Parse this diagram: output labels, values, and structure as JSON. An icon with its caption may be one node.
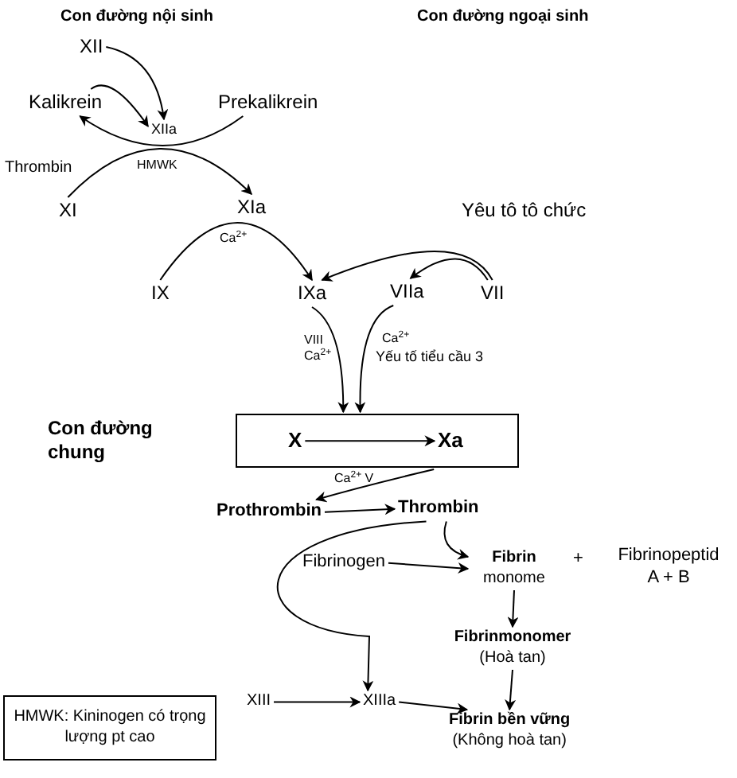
{
  "diagram": {
    "nodes": [
      {
        "text": [
          "XII"
        ]
      },
      {
        "text": [
          "Kalikrein"
        ]
      },
      {
        "text": [
          "Prekalikrein"
        ]
      },
      {
        "text": [
          "XIIa"
        ]
      },
      {
        "text": [
          "XI"
        ]
      },
      {
        "text": [
          "XIa"
        ]
      },
      {
        "text": [
          "IX"
        ]
      },
      {
        "text": [
          "IXa"
        ]
      },
      {
        "text": [
          "VIIa"
        ]
      },
      {
        "text": [
          "VII"
        ]
      },
      {
        "text": [
          "Yêu tô tô chức"
        ]
      },
      {
        "text": [],
        "shape": "box"
      },
      {
        "text": [
          "X"
        ],
        "in": 11
      },
      {
        "text": [
          "Xa"
        ],
        "in": 11
      },
      {
        "text": [
          "Prothrombin"
        ]
      },
      {
        "text": [
          "Thrombin"
        ]
      },
      {
        "text": [
          "Fibrinogen"
        ]
      },
      {
        "text": [
          "Fibrin",
          "monome"
        ]
      },
      {
        "text": [
          "Fibrinmonomer",
          "(Hoà tan)"
        ]
      },
      {
        "text": [
          "XIII"
        ]
      },
      {
        "text": [
          "XIIIa"
        ]
      },
      {
        "text": [
          "Fibrin bền vững",
          "(Không hoà tan)"
        ]
      },
      {
        "text": [
          "HMWK: Kininogen có trọng lượng pt cao"
        ]
      }
    ],
    "edges": [
      {
        "from": 0,
        "to": 3,
        "arrow": "to"
      },
      {
        "from": 1,
        "to": 3,
        "arrow": "to"
      },
      {
        "from": 2,
        "to": 1,
        "arrow": "to"
      },
      {
        "from": 4,
        "to": 5,
        "arrow": "to"
      },
      {
        "from": 6,
        "to": 7,
        "arrow": "to"
      },
      {
        "from": 9,
        "to": 8,
        "arrow": "to"
      },
      {
        "from": 9,
        "to": 7,
        "arrow": "to"
      },
      {
        "from": 7,
        "to": 11,
        "arrow": "to"
      },
      {
        "from": 8,
        "to": 11,
        "arrow": "to"
      },
      {
        "from": 12,
        "to": 13,
        "arrow": "to"
      },
      {
        "from": 11,
        "to": 14,
        "arrow": "to"
      },
      {
        "from": 14,
        "to": 15,
        "arrow": "to"
      },
      {
        "from": 15,
        "to": 17,
        "arrow": "to"
      },
      {
        "from": 15,
        "to": 20,
        "arrow": "to"
      },
      {
        "from": 16,
        "to": 17,
        "arrow": "to"
      },
      {
        "from": 17,
        "to": 18,
        "arrow": "to"
      },
      {
        "from": 18,
        "to": 21,
        "arrow": "to"
      },
      {
        "from": 19,
        "to": 20,
        "arrow": "to"
      },
      {
        "from": 20,
        "to": 21,
        "arrow": "to"
      }
    ],
    "labels": [
      "Con đường nội sinh",
      "Con đường ngoại sinh",
      "Thrombin",
      "HMWK",
      "Ca$^{2+}$",
      "VIII",
      "Ca$^{2+}$",
      "Ca$^{2+}$",
      "Yếu tố tiểu cầu 3",
      "Con đường chung",
      "Ca$^{2+}$ V",
      "+",
      "Fibrinopeptid A + B"
    ]
  }
}
